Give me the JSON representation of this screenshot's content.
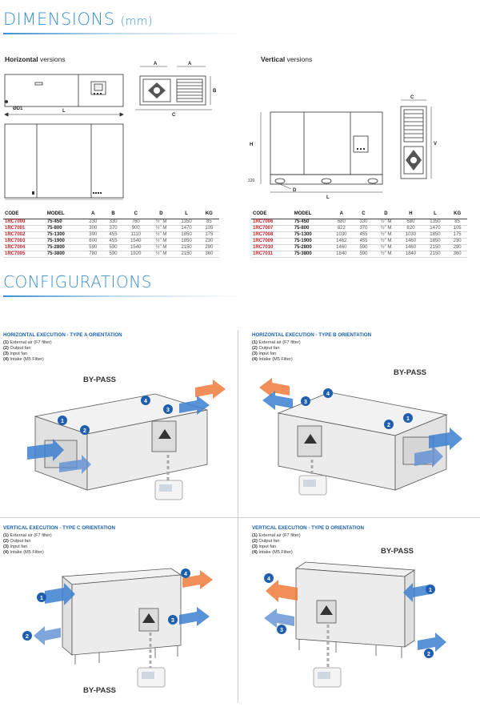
{
  "dimensions": {
    "title": "DIMENSIONS",
    "unit": "(mm)",
    "horizontal_label_bold": "Horizontal",
    "vertical_label_bold": "Vertical",
    "versions_word": "versions",
    "drawing_labels": {
      "a": "A",
      "b": "B",
      "c": "C",
      "d1": "ØD1",
      "l": "L",
      "h": "H",
      "v": "V",
      "d": "D",
      "h120": "120"
    }
  },
  "table_horizontal": {
    "headers": [
      "CODE",
      "MODEL",
      "A",
      "B",
      "C",
      "D",
      "L",
      "KG"
    ],
    "rows": [
      [
        "1RC7000",
        "75-450",
        "230",
        "330",
        "760",
        "½\" M",
        "1350",
        "85"
      ],
      [
        "1RC7001",
        "75-800",
        "300",
        "370",
        "900",
        "½\" M",
        "1470",
        "105"
      ],
      [
        "1RC7002",
        "75-1300",
        "390",
        "455",
        "1110",
        "½\" M",
        "1850",
        "175"
      ],
      [
        "1RC7003",
        "75-1900",
        "600",
        "455",
        "1540",
        "½\" M",
        "1850",
        "230"
      ],
      [
        "1RC7004",
        "75-2800",
        "590",
        "590",
        "1540",
        "½\" M",
        "2150",
        "290"
      ],
      [
        "1RC7005",
        "75-3800",
        "780",
        "590",
        "1920",
        "½\" M",
        "2150",
        "360"
      ]
    ]
  },
  "table_vertical": {
    "headers": [
      "CODE",
      "MODEL",
      "A",
      "C",
      "D",
      "H",
      "L",
      "KG"
    ],
    "rows": [
      [
        "1RC7006",
        "75-450",
        "680",
        "330",
        "½\" M",
        "680",
        "1350",
        "85"
      ],
      [
        "1RC7007",
        "75-800",
        "822",
        "370",
        "½\" M",
        "820",
        "1470",
        "105"
      ],
      [
        "1RC7008",
        "75-1300",
        "1030",
        "455",
        "½\" M",
        "1030",
        "1850",
        "175"
      ],
      [
        "1RC7009",
        "75-1900",
        "1462",
        "455",
        "½\" M",
        "1460",
        "1850",
        "230"
      ],
      [
        "1RC7010",
        "75-2800",
        "1460",
        "590",
        "½\" M",
        "1460",
        "2150",
        "290"
      ],
      [
        "1RC7011",
        "75-3800",
        "1840",
        "590",
        "½\" M",
        "1840",
        "2150",
        "360"
      ]
    ]
  },
  "configurations": {
    "title": "CONFIGURATIONS",
    "bypass": "BY-PASS",
    "legend": [
      {
        "num": "(1)",
        "text": "External air (F7 filter)"
      },
      {
        "num": "(2)",
        "text": "Output fan"
      },
      {
        "num": "(3)",
        "text": "Input fan"
      },
      {
        "num": "(4)",
        "text": "Intake (M5 Filter)"
      }
    ],
    "panels": [
      {
        "title": "HORIZONTAL EXECUTION - TYPE A ORIENTATION"
      },
      {
        "title": "HORIZONTAL EXECUTION - TYPE B ORIENTATION"
      },
      {
        "title": "VERTICAL EXECUTION - TYPE C ORIENTATION"
      },
      {
        "title": "VERTICAL EXECUTION - TYPE D ORIENTATION"
      }
    ],
    "badges": [
      "1",
      "2",
      "3",
      "4"
    ]
  },
  "colors": {
    "accent": "#3a8fd0",
    "code_red": "#d0202a",
    "badge_blue": "#1f5fae",
    "arrow_cold": "#3b7fd0",
    "arrow_warm": "#f07a3a"
  }
}
